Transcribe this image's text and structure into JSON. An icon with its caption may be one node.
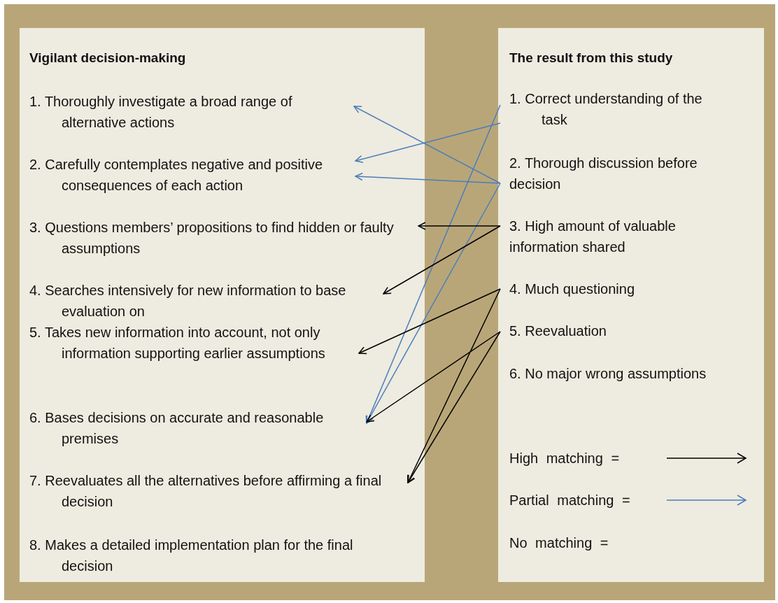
{
  "diagram": {
    "nodes": [
      {
        "text": [
          "Vigilant decision-making"
        ]
      },
      {
        "text": [
          "1. Thoroughly investigate a broad range of alternative actions"
        ],
        "in": 0
      },
      {
        "text": [
          "2. Carefully contemplates negative and positive consequences of each action"
        ],
        "in": 0
      },
      {
        "text": [
          "3. Questions members’ propositions to find hidden or faulty assumptions"
        ],
        "in": 0
      },
      {
        "text": [
          "4. Searches intensively for new information to base evaluation on"
        ],
        "in": 0
      },
      {
        "text": [
          "5. Takes new information into account, not only information supporting earlier assumptions"
        ],
        "in": 0
      },
      {
        "text": [
          "6. Bases decisions on accurate and reasonable premises"
        ],
        "in": 0
      },
      {
        "text": [
          "7. Reevaluates all the alternatives before affirming a final decision"
        ],
        "in": 0
      },
      {
        "text": [
          "8. Makes a detailed implementation plan for the final decision"
        ],
        "in": 0
      },
      {
        "text": [
          "The result from this study"
        ]
      },
      {
        "text": [
          "1. Correct understanding of the task"
        ],
        "in": 9
      },
      {
        "text": [
          "2. Thorough discussion before decision"
        ],
        "in": 9
      },
      {
        "text": [
          "3. High amount of valuable information shared"
        ],
        "in": 9
      },
      {
        "text": [
          "4. Much questioning"
        ],
        "in": 9
      },
      {
        "text": [
          "5. Reevaluation"
        ],
        "in": 9
      },
      {
        "text": [
          "6. No major wrong assumptions"
        ],
        "in": 9
      }
    ],
    "edges": [
      {
        "from": 10,
        "to": 6,
        "arrow": "to",
        "color": "#4a7ebb"
      },
      {
        "from": 10,
        "to": 2,
        "arrow": "to",
        "color": "#4a7ebb"
      },
      {
        "from": 11,
        "to": 1,
        "arrow": "to",
        "color": "#4a7ebb"
      },
      {
        "from": 11,
        "to": 2,
        "arrow": "to",
        "color": "#4a7ebb"
      },
      {
        "from": 11,
        "to": 6,
        "arrow": "to",
        "color": "#4a7ebb"
      },
      {
        "from": 12,
        "to": 3,
        "arrow": "to"
      },
      {
        "from": 12,
        "to": 4,
        "arrow": "to"
      },
      {
        "from": 13,
        "to": 5,
        "arrow": "to"
      },
      {
        "from": 13,
        "to": 7,
        "arrow": "to"
      },
      {
        "from": 14,
        "to": 6,
        "arrow": "to"
      },
      {
        "from": 14,
        "to": 7,
        "arrow": "to"
      }
    ],
    "legend": [
      {
        "text": "High matching ="
      },
      {
        "text": "Partial matching ="
      },
      {
        "text": "No matching ="
      }
    ]
  }
}
